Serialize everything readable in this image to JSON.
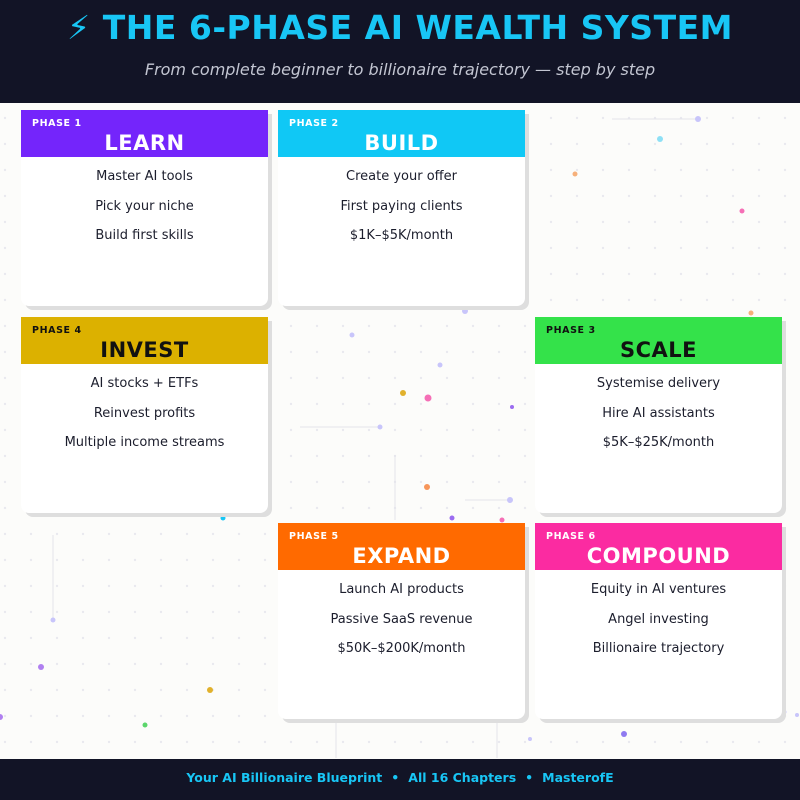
{
  "header": {
    "icon": "lightning-bolt-icon",
    "title_icon_glyph": "⚡",
    "title": "THE 6-PHASE AI WEALTH SYSTEM",
    "subtitle": "From complete beginner to billionaire trajectory — step by step"
  },
  "phases": [
    {
      "phase": "PHASE 1",
      "name": "LEARN",
      "color": "#7425fb",
      "text_color": "#ffffff",
      "items": [
        "Master AI tools",
        "Pick your niche",
        "Build first skills"
      ]
    },
    {
      "phase": "PHASE 2",
      "name": "BUILD",
      "color": "#10c8f5",
      "text_color": "#ffffff",
      "items": [
        "Create your offer",
        "First paying clients",
        "$1K–$5K/month"
      ]
    },
    {
      "phase": "PHASE 3",
      "name": "SCALE",
      "color": "#34e24a",
      "text_color": "#111111",
      "items": [
        "Systemise delivery",
        "Hire AI assistants",
        "$5K–$25K/month"
      ]
    },
    {
      "phase": "PHASE 4",
      "name": "INVEST",
      "color": "#dcb100",
      "text_color": "#111111",
      "items": [
        "AI stocks + ETFs",
        "Reinvest profits",
        "Multiple income streams"
      ]
    },
    {
      "phase": "PHASE 5",
      "name": "EXPAND",
      "color": "#ff6a00",
      "text_color": "#ffffff",
      "items": [
        "Launch AI products",
        "Passive SaaS revenue",
        "$50K–$200K/month"
      ]
    },
    {
      "phase": "PHASE 6",
      "name": "COMPOUND",
      "color": "#fb2ba1",
      "text_color": "#ffffff",
      "items": [
        "Equity in AI ventures",
        "Angel investing",
        "Billionaire trajectory"
      ]
    }
  ],
  "footer": {
    "parts": [
      "Your AI Billionaire Blueprint",
      "All 16 Chapters",
      "MasterofE"
    ],
    "separator": "•"
  }
}
